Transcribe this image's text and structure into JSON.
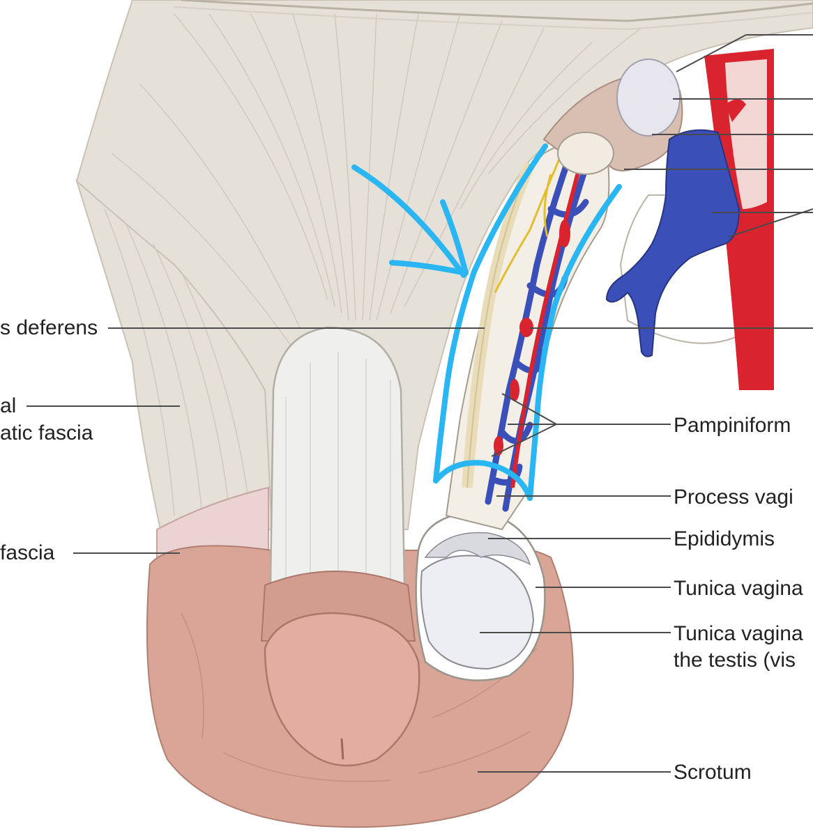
{
  "colors": {
    "annotation": "#29b6f2",
    "artery": "#d9232e",
    "vein": "#3a4fb8",
    "nerve": "#e3bd2e",
    "muscle": "#e6e1d8",
    "skin": "#d8a597",
    "testis": "#eceef3"
  },
  "labels": {
    "vas_deferens": "s deferens",
    "spermatic_fascia_line1": "al",
    "spermatic_fascia_line2": "atic fascia",
    "fascia": "fascia",
    "pampiniform": "Pampiniform",
    "process_vaginalis": "Process vagi",
    "epididymis": "Epididymis",
    "tunica_vaginalis_parietal": "Tunica vagina",
    "tunica_vaginalis_visceral_line1": "Tunica vagina",
    "tunica_vaginalis_visceral_line2": "the testis (vis",
    "scrotum": "Scrotum"
  }
}
